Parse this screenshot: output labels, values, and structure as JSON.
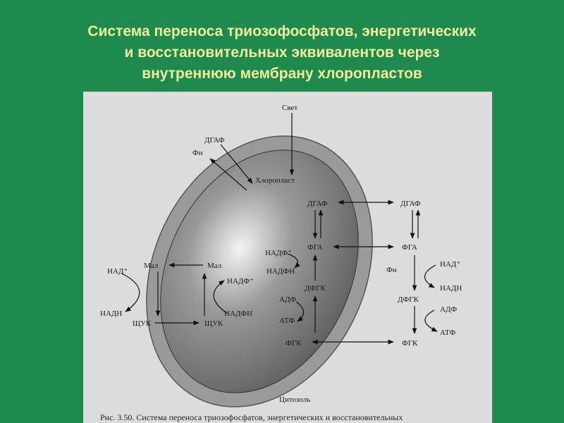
{
  "slide": {
    "title_lines": [
      "Система переноса триозофосфатов, энергетических",
      "и восстановительных эквивалентов через",
      "внутреннюю мембрану хлоропластов"
    ]
  },
  "diagram": {
    "labels": {
      "light": "Свет",
      "chloroplast": "Хлоропласт",
      "cytosol": "Цитозоль",
      "dgaf_out_top": "ДГАФ",
      "fn_out_top": "Фн",
      "dgaf_in": "ДГАФ",
      "dgaf_cyt": "ДГАФ",
      "fga_in": "ФГА",
      "fga_cyt": "ФГА",
      "nadf_plus_in": "НАДФ⁺",
      "nadfn_in": "НАДФН",
      "adf_in": "АДФ",
      "dfgk_in": "ДФГК",
      "atf_in": "АТФ",
      "fgk_in": "ФГК",
      "fgk_cyt": "ФГК",
      "mal_in": "Мал",
      "nadf_plus_mal": "НАДФ⁺",
      "nadfn_mal": "НАДФН",
      "shchuk_in": "ЩУК",
      "mal_out": "Мал",
      "nad_plus_left": "НАД⁺",
      "nadn_left": "НАДН",
      "shchuk_out": "ЩУК",
      "fn_cyt": "Фн",
      "nad_plus_cyt": "НАД⁺",
      "nadn_cyt": "НАДН",
      "dfgk_cyt": "ДФГК",
      "adf_cyt": "АДФ",
      "atf_cyt": "АТФ"
    },
    "caption": "Рис. 3.50. Система переноса триозофосфатов, энергетических и восстановительных"
  }
}
